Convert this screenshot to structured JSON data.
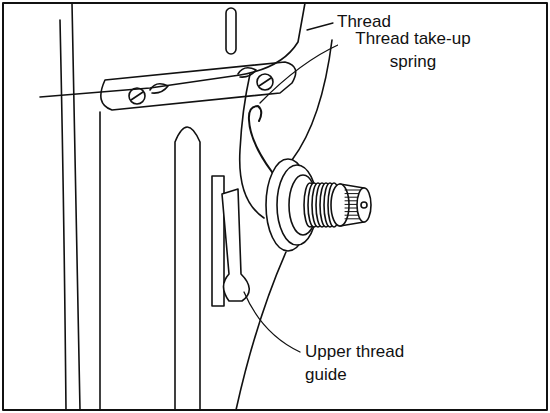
{
  "diagram": {
    "labels": [
      "Thread",
      "Thread take-up spring",
      "Upper thread guide"
    ]
  }
}
